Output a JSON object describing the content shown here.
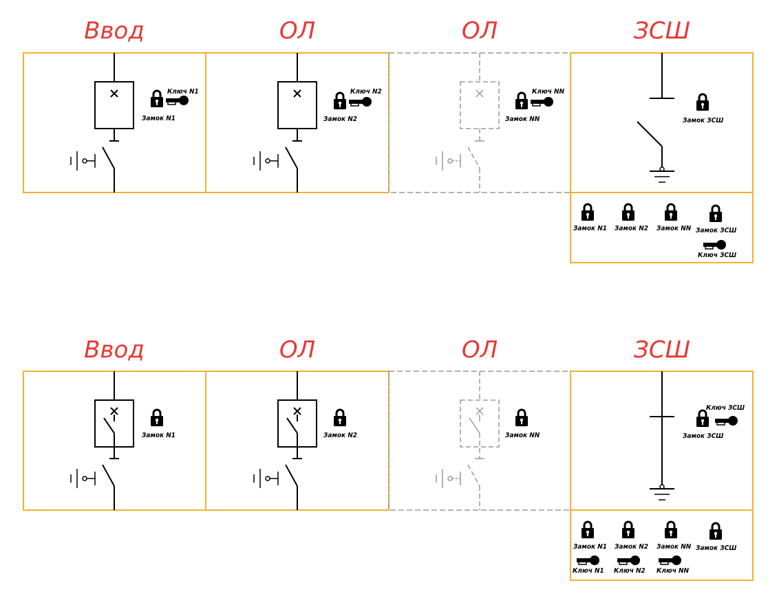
{
  "schemes": [
    {
      "panels": [
        {
          "title": "Ввод",
          "lock": "Замок N1",
          "key": "Ключ N1"
        },
        {
          "title": "ОЛ",
          "lock": "Замок N2",
          "key": "Ключ N2"
        },
        {
          "title": "ОЛ",
          "lock": "Замок NN",
          "key": "Ключ NN"
        },
        {
          "title": "ЗСШ",
          "lock": "Замок ЗСШ"
        }
      ],
      "storage": {
        "locks": [
          "Замок N1",
          "Замок N2",
          "Замок NN",
          "Замок ЗСШ"
        ],
        "keys": [
          "Ключ ЗСШ"
        ]
      }
    },
    {
      "panels": [
        {
          "title": "Ввод",
          "lock": "Замок N1"
        },
        {
          "title": "ОЛ",
          "lock": "Замок N2"
        },
        {
          "title": "ОЛ",
          "lock": "Замок NN"
        },
        {
          "title": "ЗСШ",
          "lock": "Замок ЗСШ",
          "key": "Ключ ЗСШ"
        }
      ],
      "storage": {
        "locks": [
          "Замок N1",
          "Замок N2",
          "Замок NN",
          "Замок ЗСШ"
        ],
        "keys": [
          "Ключ N1",
          "Ключ N2",
          "Ключ NN"
        ]
      }
    }
  ],
  "colors": {
    "title": "#e53935",
    "frame": "#f2b22c",
    "dashed": "#999999",
    "line": "#000000"
  }
}
